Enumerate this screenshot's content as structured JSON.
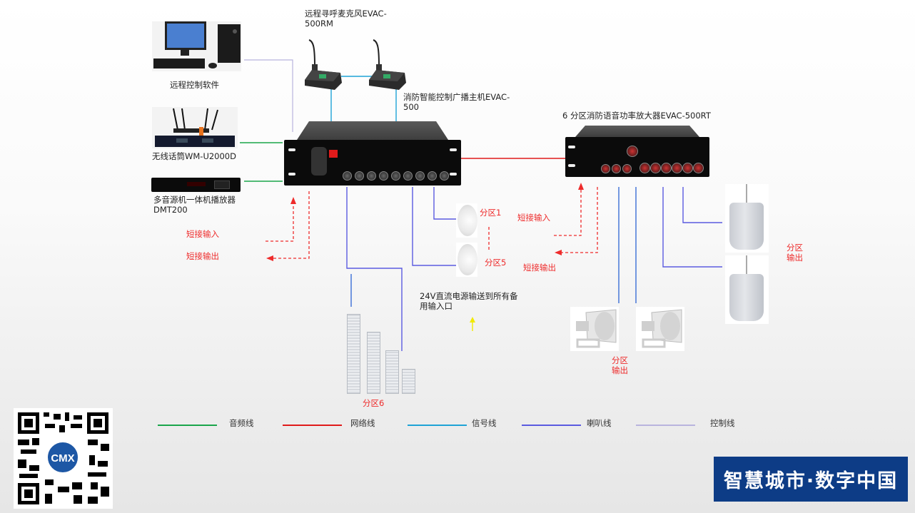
{
  "devices": {
    "remote_mic": {
      "label": "远程寻呼麦克风EVAC-500RM"
    },
    "pc": {
      "label": "远程控制软件"
    },
    "wireless_mic": {
      "label": "无线话筒WM-U2000D"
    },
    "player": {
      "label": "多音源机一体机播放器DMT200"
    },
    "main_host": {
      "label": "消防智能控制广播主机EVAC-500"
    },
    "amplifier": {
      "label": "6 分区消防语音功率放大器EVAC-500RT"
    }
  },
  "annotations": {
    "short_in_left": "短接输入",
    "short_out_left": "短接输出",
    "short_in_right": "短接输入",
    "short_out_right": "短接输出",
    "zone1": "分区1",
    "zone5": "分区5",
    "zone6": "分区6",
    "zone_out_horns": "分区输出",
    "zone_out_pendants": "分区输出",
    "power_note": "24V直流电源输送到所有备用输入口"
  },
  "legend": [
    {
      "label": "音频线",
      "color": "#1aa54a"
    },
    {
      "label": "网络线",
      "color": "#e01b1b"
    },
    {
      "label": "信号线",
      "color": "#1fa3d6"
    },
    {
      "label": "喇叭线",
      "color": "#5b5be0"
    },
    {
      "label": "控制线",
      "color": "#b9b4de"
    }
  ],
  "colors": {
    "audio": "#1aa54a",
    "network": "#e01b1b",
    "signal": "#1fa3d6",
    "speaker": "#5b5be0",
    "control": "#b9b4de",
    "bridge": "#ee2b2b",
    "power": "#f2ea00",
    "banner": "#0d3c86"
  },
  "qr": {
    "logo_text": "CMX"
  },
  "banner": {
    "text": "智慧城市·数字中国"
  }
}
